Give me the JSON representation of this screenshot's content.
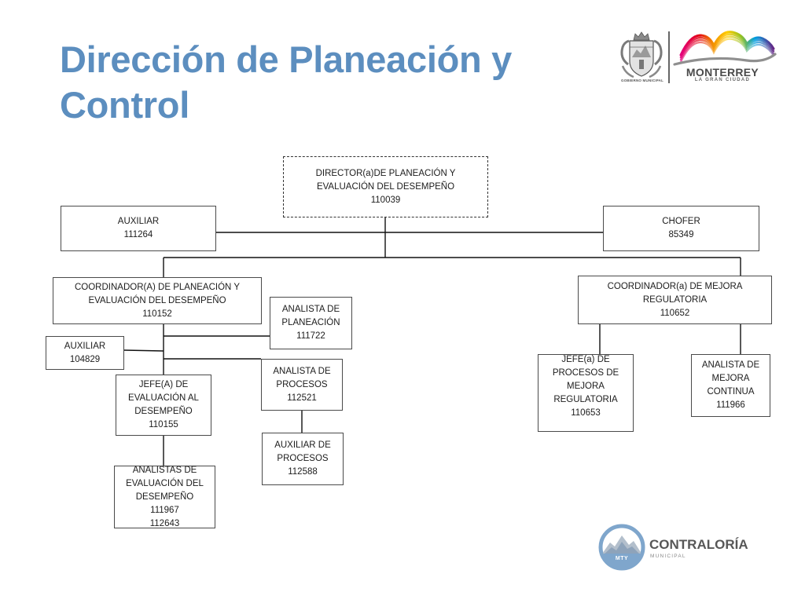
{
  "theme": {
    "title_color": "#5c8ebf",
    "box_border": "#4a4a4a",
    "connector": "#111111",
    "text": "#1c1c1c",
    "contraloria_blue": "#7fa6cc"
  },
  "slide": {
    "title_line1": "Dirección de Planeación y",
    "title_line2": "Control"
  },
  "logos": {
    "gobierno": {
      "caption": "GOBIERNO MUNICIPAL"
    },
    "monterrey": {
      "name": "MONTERREY",
      "tagline": "LA GRAN CIUDAD"
    },
    "contraloria": {
      "badge": "MTY",
      "name": "CONTRALORÍA",
      "subtitle": "MUNICIPAL"
    }
  },
  "org_chart": {
    "director": [
      "DIRECTOR(a)DE PLANEACIÓN Y",
      "EVALUACIÓN DEL DESEMPEÑO",
      "110039"
    ],
    "auxiliar_direccion": [
      "AUXILIAR",
      "111264"
    ],
    "chofer": [
      "CHOFER",
      "85349"
    ],
    "coordinador_planeacion": [
      "COORDINADOR(A) DE PLANEACIÓN Y",
      "EVALUACIÓN DEL DESEMPEÑO",
      "110152"
    ],
    "analista_planeacion": [
      "ANALISTA DE",
      "PLANEACIÓN",
      "111722"
    ],
    "auxiliar_coordinacion": [
      "AUXILIAR",
      "104829"
    ],
    "jefe_evaluacion": [
      "JEFE(A) DE",
      "EVALUACIÓN AL",
      "DESEMPEÑO",
      "110155"
    ],
    "analista_procesos": [
      "ANALISTA DE",
      "PROCESOS",
      "112521"
    ],
    "auxiliar_procesos": [
      "AUXILIAR DE",
      "PROCESOS",
      "112588"
    ],
    "analistas_evaluacion": [
      "ANALISTAS DE",
      "EVALUACIÓN DEL",
      "DESEMPEÑO",
      "111967",
      "112643"
    ],
    "coordinador_mejora": [
      "COORDINADOR(a) DE MEJORA",
      "REGULATORIA",
      "110652"
    ],
    "jefe_procesos_mejora": [
      "JEFE(a) DE",
      "PROCESOS DE",
      "MEJORA",
      "REGULATORIA",
      "110653"
    ],
    "analista_mejora_continua": [
      "ANALISTA DE",
      "MEJORA",
      "CONTINUA",
      "111966"
    ]
  }
}
